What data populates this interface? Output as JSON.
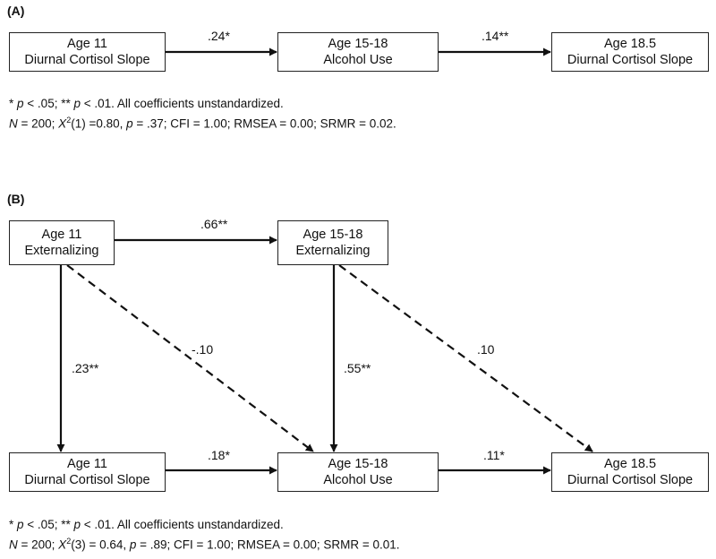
{
  "panel_a": {
    "label": "(A)",
    "nodes": {
      "cortisol_11": {
        "line1": "Age 11",
        "line2": "Diurnal Cortisol Slope"
      },
      "alcohol": {
        "line1": "Age 15-18",
        "line2": "Alcohol Use"
      },
      "cortisol_185": {
        "line1": "Age 18.5",
        "line2": "Diurnal Cortisol Slope"
      }
    },
    "paths": {
      "cortisol_to_alcohol": ".24*",
      "alcohol_to_cortisol": ".14**"
    },
    "note": {
      "sig_star": "*",
      "sig_p1": "p",
      "sig_mid": " < .05; ** ",
      "sig_p2": "p",
      "sig_end": " < .01. All coefficients unstandardized.",
      "n_sym": "N",
      "n_val": " = 200; ",
      "chi_sym": "X",
      "chi_sup": "2",
      "chi_val": "(1) =0.80, ",
      "p_sym": "p",
      "fit_rest": " = .37; CFI = 1.00; RMSEA = 0.00; SRMR = 0.02."
    }
  },
  "panel_b": {
    "label": "(B)",
    "nodes": {
      "ext_11": {
        "line1": "Age 11",
        "line2": "Externalizing"
      },
      "ext_1518": {
        "line1": "Age 15-18",
        "line2": "Externalizing"
      },
      "cortisol_11": {
        "line1": "Age 11",
        "line2": "Diurnal Cortisol Slope"
      },
      "alcohol": {
        "line1": "Age 15-18",
        "line2": "Alcohol Use"
      },
      "cortisol_185": {
        "line1": "Age 18.5",
        "line2": "Diurnal Cortisol Slope"
      }
    },
    "paths": {
      "ext11_to_ext1518": ".66**",
      "ext11_to_cortisol11": ".23**",
      "ext11_to_alcohol": "-.10",
      "ext1518_to_alcohol": ".55**",
      "ext1518_to_cortisol185": ".10",
      "cortisol11_to_alcohol": ".18*",
      "alcohol_to_cortisol185": ".11*"
    },
    "note": {
      "sig_star": "*",
      "sig_p1": "p",
      "sig_mid": " < .05; ** ",
      "sig_p2": "p",
      "sig_end": " < .01. All coefficients unstandardized.",
      "n_sym": "N",
      "n_val": " = 200; ",
      "chi_sym": "X",
      "chi_sup": "2",
      "chi_val": "(3) = 0.64, ",
      "p_sym": "p",
      "fit_rest": " = .89; CFI = 1.00; RMSEA = 0.00; SRMR = 0.01."
    }
  },
  "colors": {
    "stroke": "#111111",
    "text": "#111111",
    "background": "#ffffff"
  }
}
